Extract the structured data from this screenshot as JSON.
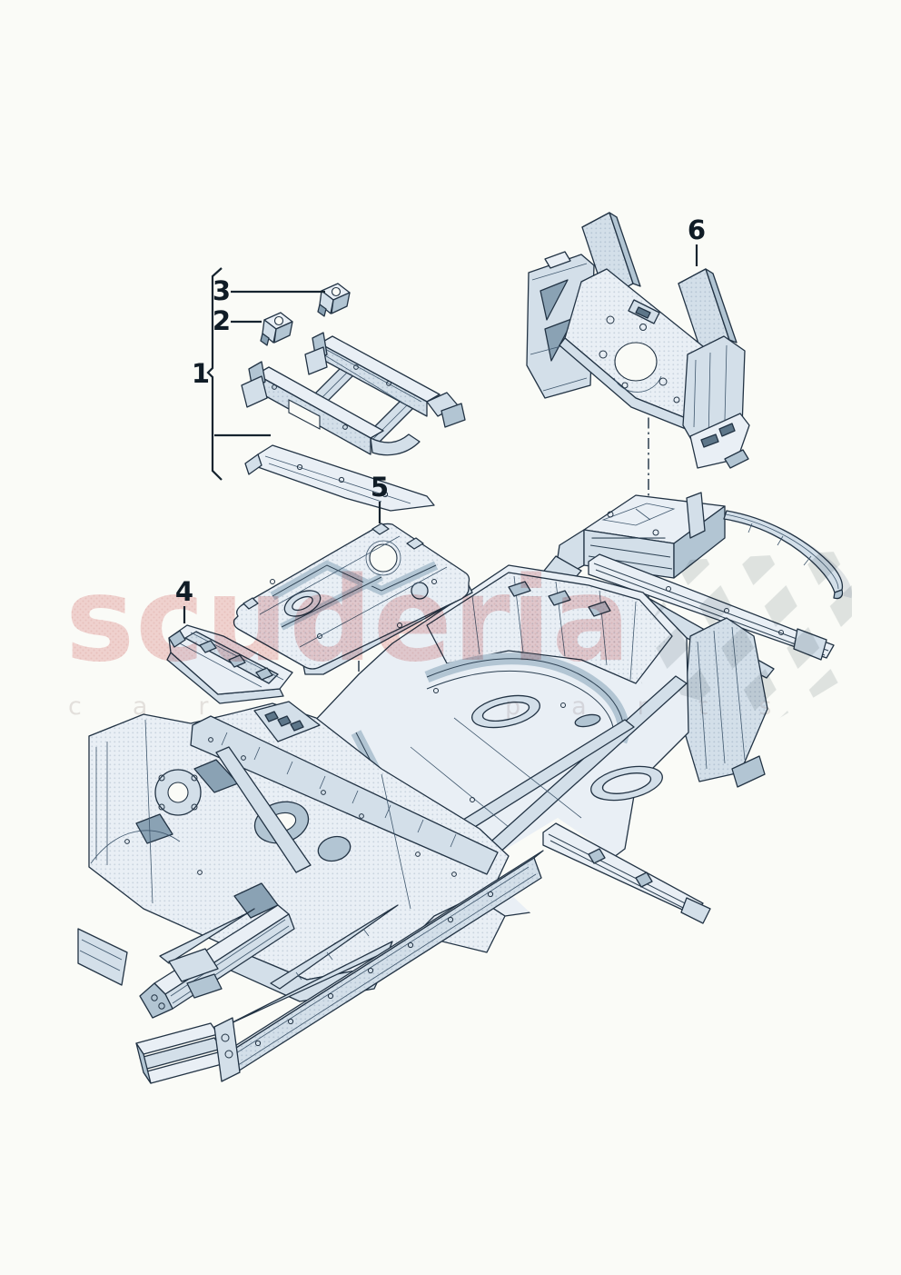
{
  "artwork": {
    "type": "exploded-parts-diagram",
    "background_color": "#fafbf7",
    "outline_color": "#223344",
    "part_fill_light": "#e9eff5",
    "part_fill_mid": "#d3dfe9",
    "part_fill_shade": "#b2c5d3"
  },
  "watermark": {
    "brand": "scuderia",
    "tagline_word1": "car",
    "tagline_word2": "parts",
    "brand_color": "#f4d4d4",
    "tagline_color": "#e8e4e4",
    "flag_color": "#e3e6e7"
  },
  "callouts": [
    {
      "number": "1"
    },
    {
      "number": "2"
    },
    {
      "number": "3"
    },
    {
      "number": "4"
    },
    {
      "number": "5"
    },
    {
      "number": "6"
    }
  ]
}
